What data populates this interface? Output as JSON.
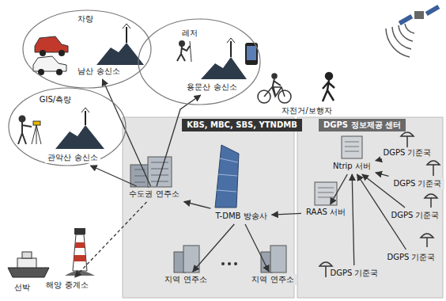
{
  "diagram": {
    "nodes": [
      {
        "text": [
          "차량"
        ]
      },
      {
        "text": [
          "남산 송신소"
        ],
        "in": 0
      },
      {
        "text": [
          "레저"
        ]
      },
      {
        "text": [
          "용문산 송신소"
        ],
        "in": 2
      },
      {
        "text": [
          "GIS/측량"
        ]
      },
      {
        "text": [
          "관악산 송신소"
        ],
        "in": 4
      },
      {
        "text": [
          "KBS, MBC, SBS, YTNDMB"
        ]
      },
      {
        "text": [
          "수도권 연주소"
        ],
        "in": 6
      },
      {
        "text": [
          "T-DMB 방송사"
        ],
        "in": 6
      },
      {
        "text": [
          "지역 연주소"
        ],
        "in": 6
      },
      {
        "text": [
          "지역 연주소"
        ],
        "in": 6
      },
      {
        "text": [
          "DGPS 정보제공 센터"
        ]
      },
      {
        "text": [
          "Ntrip 서버"
        ],
        "in": 11
      },
      {
        "text": [
          "RAAS 서버"
        ],
        "in": 11
      },
      {
        "text": [
          "DGPS 기준국"
        ],
        "in": 11
      },
      {
        "text": [
          "DGPS 기준국"
        ],
        "in": 11
      },
      {
        "text": [
          "DGPS 기준국"
        ],
        "in": 11
      },
      {
        "text": [
          "DGPS 기준국"
        ],
        "in": 11
      },
      {
        "text": [
          "DGPS 기준국"
        ],
        "in": 11
      },
      {
        "text": [
          "해양 중계소"
        ]
      }
    ],
    "edges": [
      {
        "from": 7,
        "to": 1,
        "arrow": "to"
      },
      {
        "from": 7,
        "to": 3,
        "arrow": "to"
      },
      {
        "from": 7,
        "to": 5,
        "arrow": "to"
      },
      {
        "from": 8,
        "to": 7,
        "arrow": "to"
      },
      {
        "from": 8,
        "to": 9,
        "arrow": "to"
      },
      {
        "from": 8,
        "to": 10,
        "arrow": "to"
      },
      {
        "from": 13,
        "to": 8,
        "arrow": "to"
      },
      {
        "from": 12,
        "to": 13,
        "arrow": "to"
      },
      {
        "from": 14,
        "to": 12,
        "arrow": "to"
      },
      {
        "from": 15,
        "to": 12,
        "arrow": "to"
      },
      {
        "from": 16,
        "to": 12,
        "arrow": "to"
      },
      {
        "from": 17,
        "to": 12,
        "arrow": "to"
      },
      {
        "from": 18,
        "to": 12,
        "arrow": "to"
      },
      {
        "from": 7,
        "to": 19,
        "arrow": "to"
      }
    ],
    "labels": [
      "자전거/보행자",
      "선박"
    ]
  }
}
